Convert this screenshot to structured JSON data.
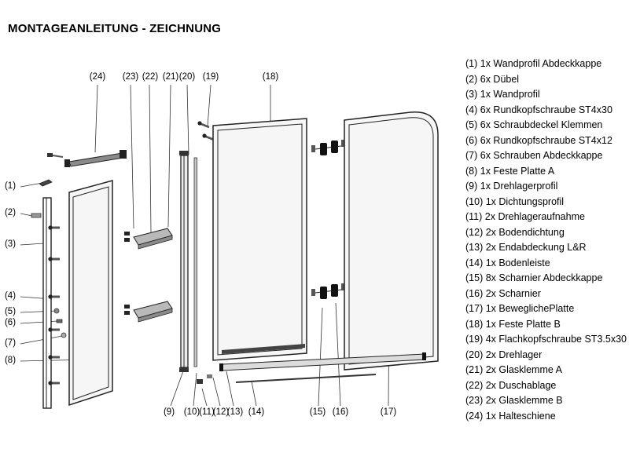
{
  "title": "MONTAGEANLEITUNG - ZEICHNUNG",
  "parts": [
    "(1) 1x Wandprofil Abdeckkappe",
    "(2) 6x Dübel",
    "(3) 1x Wandprofil",
    "(4) 6x Rundkopfschraube ST4x30",
    "(5) 6x Schraubdeckel Klemmen",
    "(6) 6x Rundkopfschraube ST4x12",
    "(7) 6x Schrauben Abdeckkappe",
    "(8) 1x Feste Platte  A",
    "(9) 1x Drehlagerprofil",
    "(10) 1x Dichtungsprofil",
    "(11) 2x Drehlageraufnahme",
    "(12) 2x Bodendichtung",
    "(13) 2x Endabdeckung L&R",
    "(14) 1x Bodenleiste",
    "(15) 8x Scharnier Abdeckkappe",
    "(16) 2x Scharnier",
    "(17) 1x BeweglichePlatte",
    "(18) 1x Feste Platte B",
    "(19) 4x Flachkopfschraube ST3.5x30",
    "(20) 2x Drehlager",
    "(21) 2x Glasklemme A",
    "(22) 2x Duschablage",
    "(23) 2x Glasklemme B",
    "(24) 1x Halteschiene"
  ],
  "callouts": [
    "(1)",
    "(2)",
    "(3)",
    "(4)",
    "(5)",
    "(6)",
    "(7)",
    "(8)",
    "(9)",
    "(10)",
    "(11)",
    "(12)",
    "(13)",
    "(14)",
    "(15)",
    "(16)",
    "(17)",
    "(18)",
    "(19)",
    "(20)",
    "(21)",
    "(22)",
    "(23)",
    "(24)"
  ]
}
